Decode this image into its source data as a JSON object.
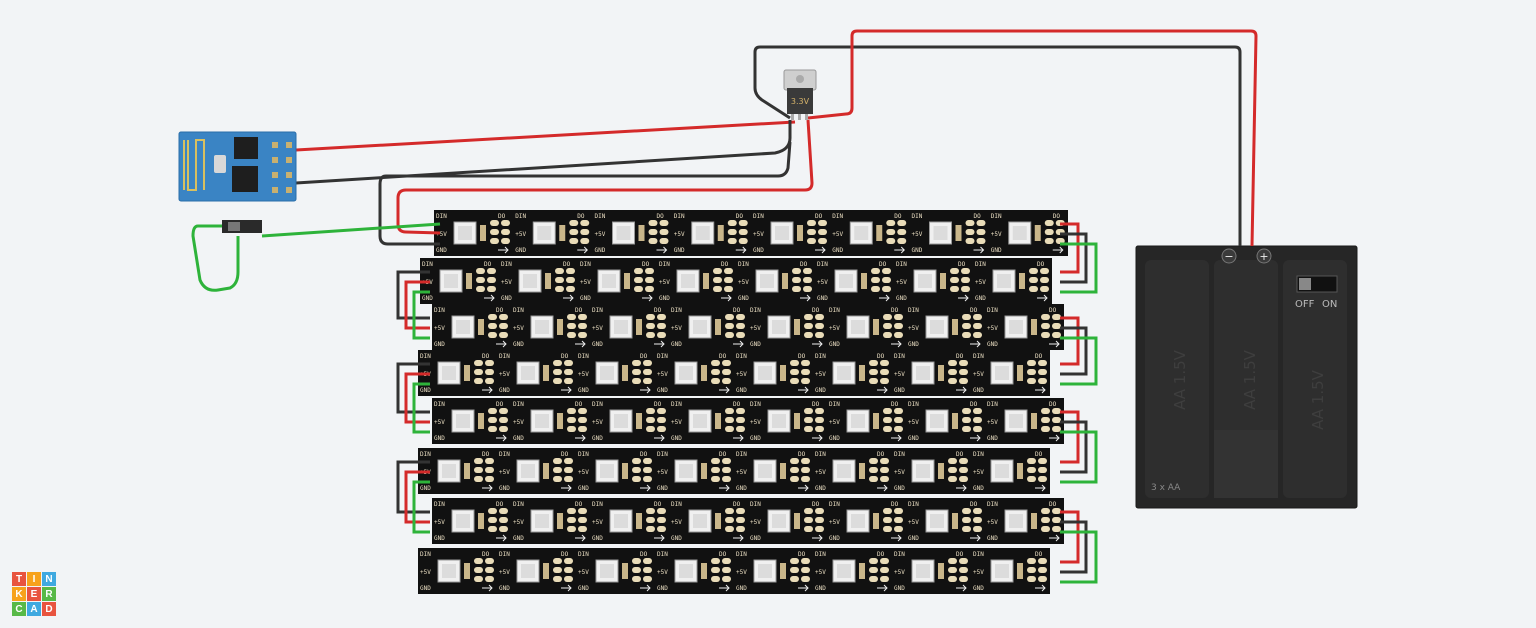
{
  "regulator": {
    "label": "3.3V"
  },
  "battery": {
    "off_label": "OFF",
    "on_label": "ON",
    "cell_label": "AA 1.5V",
    "count_label": "3 x AA",
    "minus": "−",
    "plus": "+"
  },
  "strip": {
    "din": "DIN",
    "dout": "DO",
    "vplus": "+5V",
    "gnd": "GND"
  },
  "logo": {
    "letters": [
      "T",
      "I",
      "N",
      "K",
      "E",
      "R",
      "C",
      "A",
      "D"
    ]
  },
  "colors": {
    "background": "#f2f4f6",
    "red_wire": "#d42a2a",
    "black_wire": "#333333",
    "green_wire": "#2eb33a",
    "esp_board": "#3a84c4",
    "battery_case": "#262626",
    "strip_body": "#111111",
    "pad": "#e9dcb8",
    "logo_colors": [
      "#e8543f",
      "#f7a21b",
      "#3fa9e0",
      "#f7a21b",
      "#e8543f",
      "#58b947",
      "#58b947",
      "#3fa9e0",
      "#e8543f"
    ]
  }
}
